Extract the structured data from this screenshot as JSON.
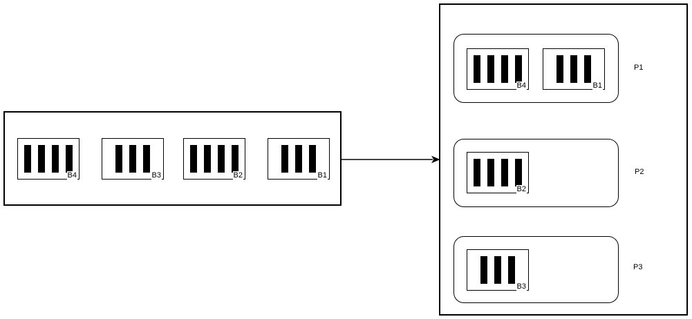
{
  "diagram": {
    "background_color": "#ffffff",
    "stroke_color": "#000000",
    "bar_color": "#000000"
  },
  "source_queue": {
    "batches": [
      {
        "label": "B4",
        "bars": 4
      },
      {
        "label": "B3",
        "bars": 3
      },
      {
        "label": "B2",
        "bars": 4
      },
      {
        "label": "B1",
        "bars": 3
      }
    ]
  },
  "arrow": {
    "direction": "right"
  },
  "pools": [
    {
      "label": "P1",
      "batches": [
        {
          "label": "B4",
          "bars": 4
        },
        {
          "label": "B1",
          "bars": 3
        }
      ]
    },
    {
      "label": "P2",
      "batches": [
        {
          "label": "B2",
          "bars": 4
        }
      ]
    },
    {
      "label": "P3",
      "batches": [
        {
          "label": "B3",
          "bars": 3
        }
      ]
    }
  ]
}
